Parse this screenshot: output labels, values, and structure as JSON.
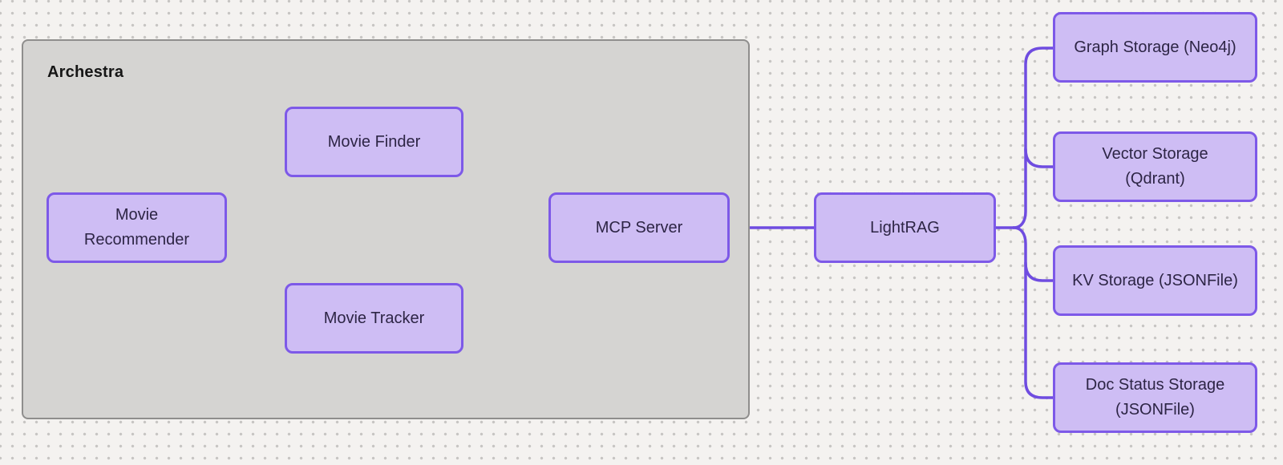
{
  "diagram": {
    "container": {
      "label": "Archestra"
    },
    "nodes": [
      {
        "id": "movie-recommender",
        "label": "Movie Recommender"
      },
      {
        "id": "movie-finder",
        "label": "Movie Finder"
      },
      {
        "id": "movie-tracker",
        "label": "Movie Tracker"
      },
      {
        "id": "mcp-server",
        "label": "MCP Server"
      },
      {
        "id": "lightrag",
        "label": "LightRAG"
      },
      {
        "id": "graph-storage",
        "label": "Graph Storage (Neo4j)"
      },
      {
        "id": "vector-storage",
        "label": "Vector Storage (Qdrant)"
      },
      {
        "id": "kv-storage",
        "label": "KV Storage (JSONFile)"
      },
      {
        "id": "doc-status-storage",
        "label": "Doc Status Storage (JSONFile)"
      }
    ],
    "edges": [
      {
        "from": "movie-recommender",
        "to": "movie-finder"
      },
      {
        "from": "movie-recommender",
        "to": "movie-tracker"
      },
      {
        "from": "movie-finder",
        "to": "mcp-server"
      },
      {
        "from": "movie-tracker",
        "to": "mcp-server"
      },
      {
        "from": "mcp-server",
        "to": "lightrag"
      },
      {
        "from": "lightrag",
        "to": "graph-storage"
      },
      {
        "from": "lightrag",
        "to": "vector-storage"
      },
      {
        "from": "lightrag",
        "to": "kv-storage"
      },
      {
        "from": "lightrag",
        "to": "doc-status-storage"
      }
    ],
    "colors": {
      "background": "#f4f2f0",
      "dot": "#c7c5c3",
      "container_fill": "#d5d4d2",
      "container_border": "#8f8e8d",
      "node_fill": "#cebdf4",
      "node_border": "#7d59e8",
      "edge": "#6f4ce0",
      "node_text": "#2d2545",
      "container_label_text": "#161616"
    }
  }
}
